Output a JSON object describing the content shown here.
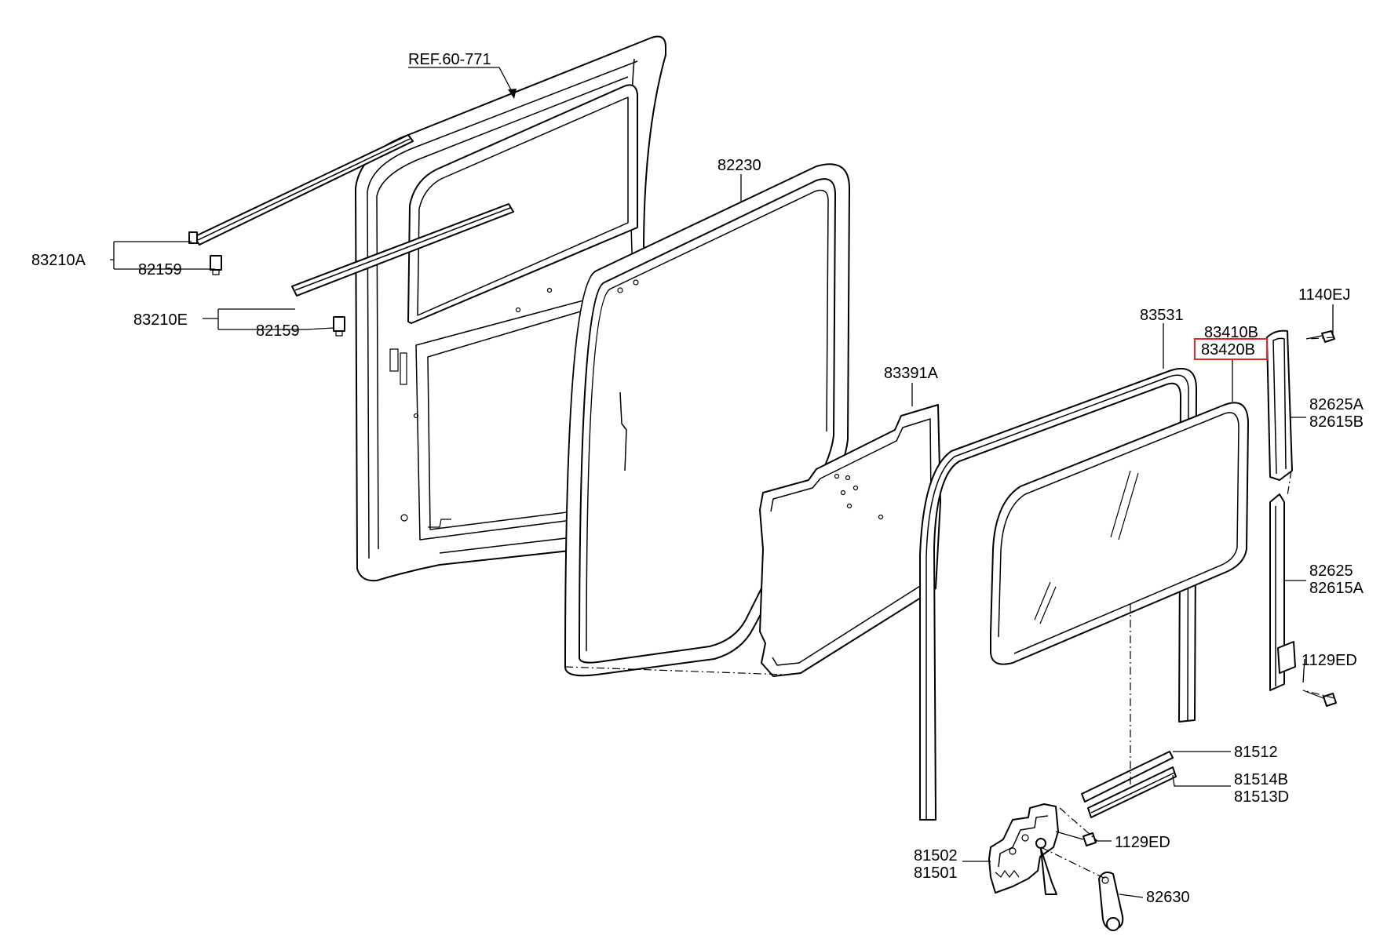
{
  "diagram": {
    "highlight_color": "#e8262b",
    "labels": {
      "ref": "REF.60-771",
      "p83210A": "83210A",
      "p82159_top": "82159",
      "p83210E": "83210E",
      "p82159_bottom": "82159",
      "p82230": "82230",
      "p83391A": "83391A",
      "p83531": "83531",
      "p83410B": "83410B",
      "p83420B": "83420B",
      "p1140EJ": "1140EJ",
      "p82625A": "82625A",
      "p82615B": "82615B",
      "p82625": "82625",
      "p82615A": "82615A",
      "p1129ED_upper": "1129ED",
      "p81512": "81512",
      "p81514B": "81514B",
      "p81513D": "81513D",
      "p1129ED_lower": "1129ED",
      "p81502": "81502",
      "p81501": "81501",
      "p82630": "82630"
    }
  }
}
